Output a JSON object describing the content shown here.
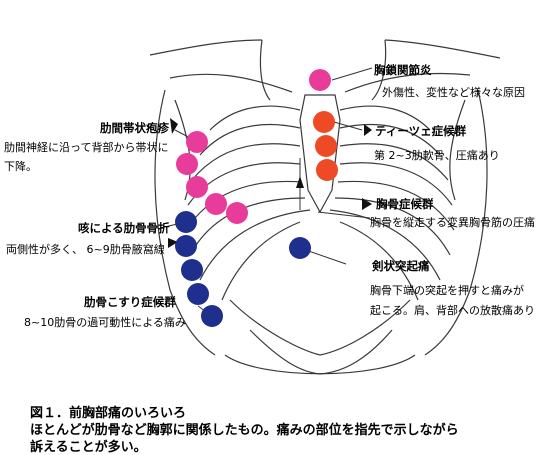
{
  "annotations": {
    "sternoclavicular": {
      "title": "胸鎖関節炎",
      "desc": "外傷性、変性など様々な原因"
    },
    "tietze": {
      "title": "ティーツェ症候群",
      "desc": "第 2~3肋軟骨、圧痛あり"
    },
    "intercostal": {
      "title": "肋間帯状疱疹",
      "desc1": "肋間神経に沿って背部から帯状に",
      "desc2": "下降。"
    },
    "sternal": {
      "title": "胸骨症候群",
      "desc": "胸骨を縦走する変異胸骨筋の圧痛"
    },
    "cough_fracture": {
      "title": "咳による肋骨骨折",
      "desc": "両側性が多く、 6~9肋骨腋窩線"
    },
    "xiphoid": {
      "title": "剣状突起痛",
      "desc1": "胸骨下端の突起を押すと痛みが",
      "desc2": "起こる。肩、背部への放散痛あり"
    },
    "slipping_rib": {
      "title": "肋骨こすり症候群",
      "desc": "8~10肋骨の過可動性による痛み"
    }
  },
  "caption": {
    "line1": "図１．前胸部痛のいろいろ",
    "line2": "ほとんどが肋骨など胸郭に関係したもの。痛みの部位を指先で示しながら",
    "line3": "訴えることが多い。"
  },
  "colors": {
    "pink": "#e83c9a",
    "orange": "#ee4a26",
    "navy": "#1f2f8e",
    "line": "#333333"
  }
}
